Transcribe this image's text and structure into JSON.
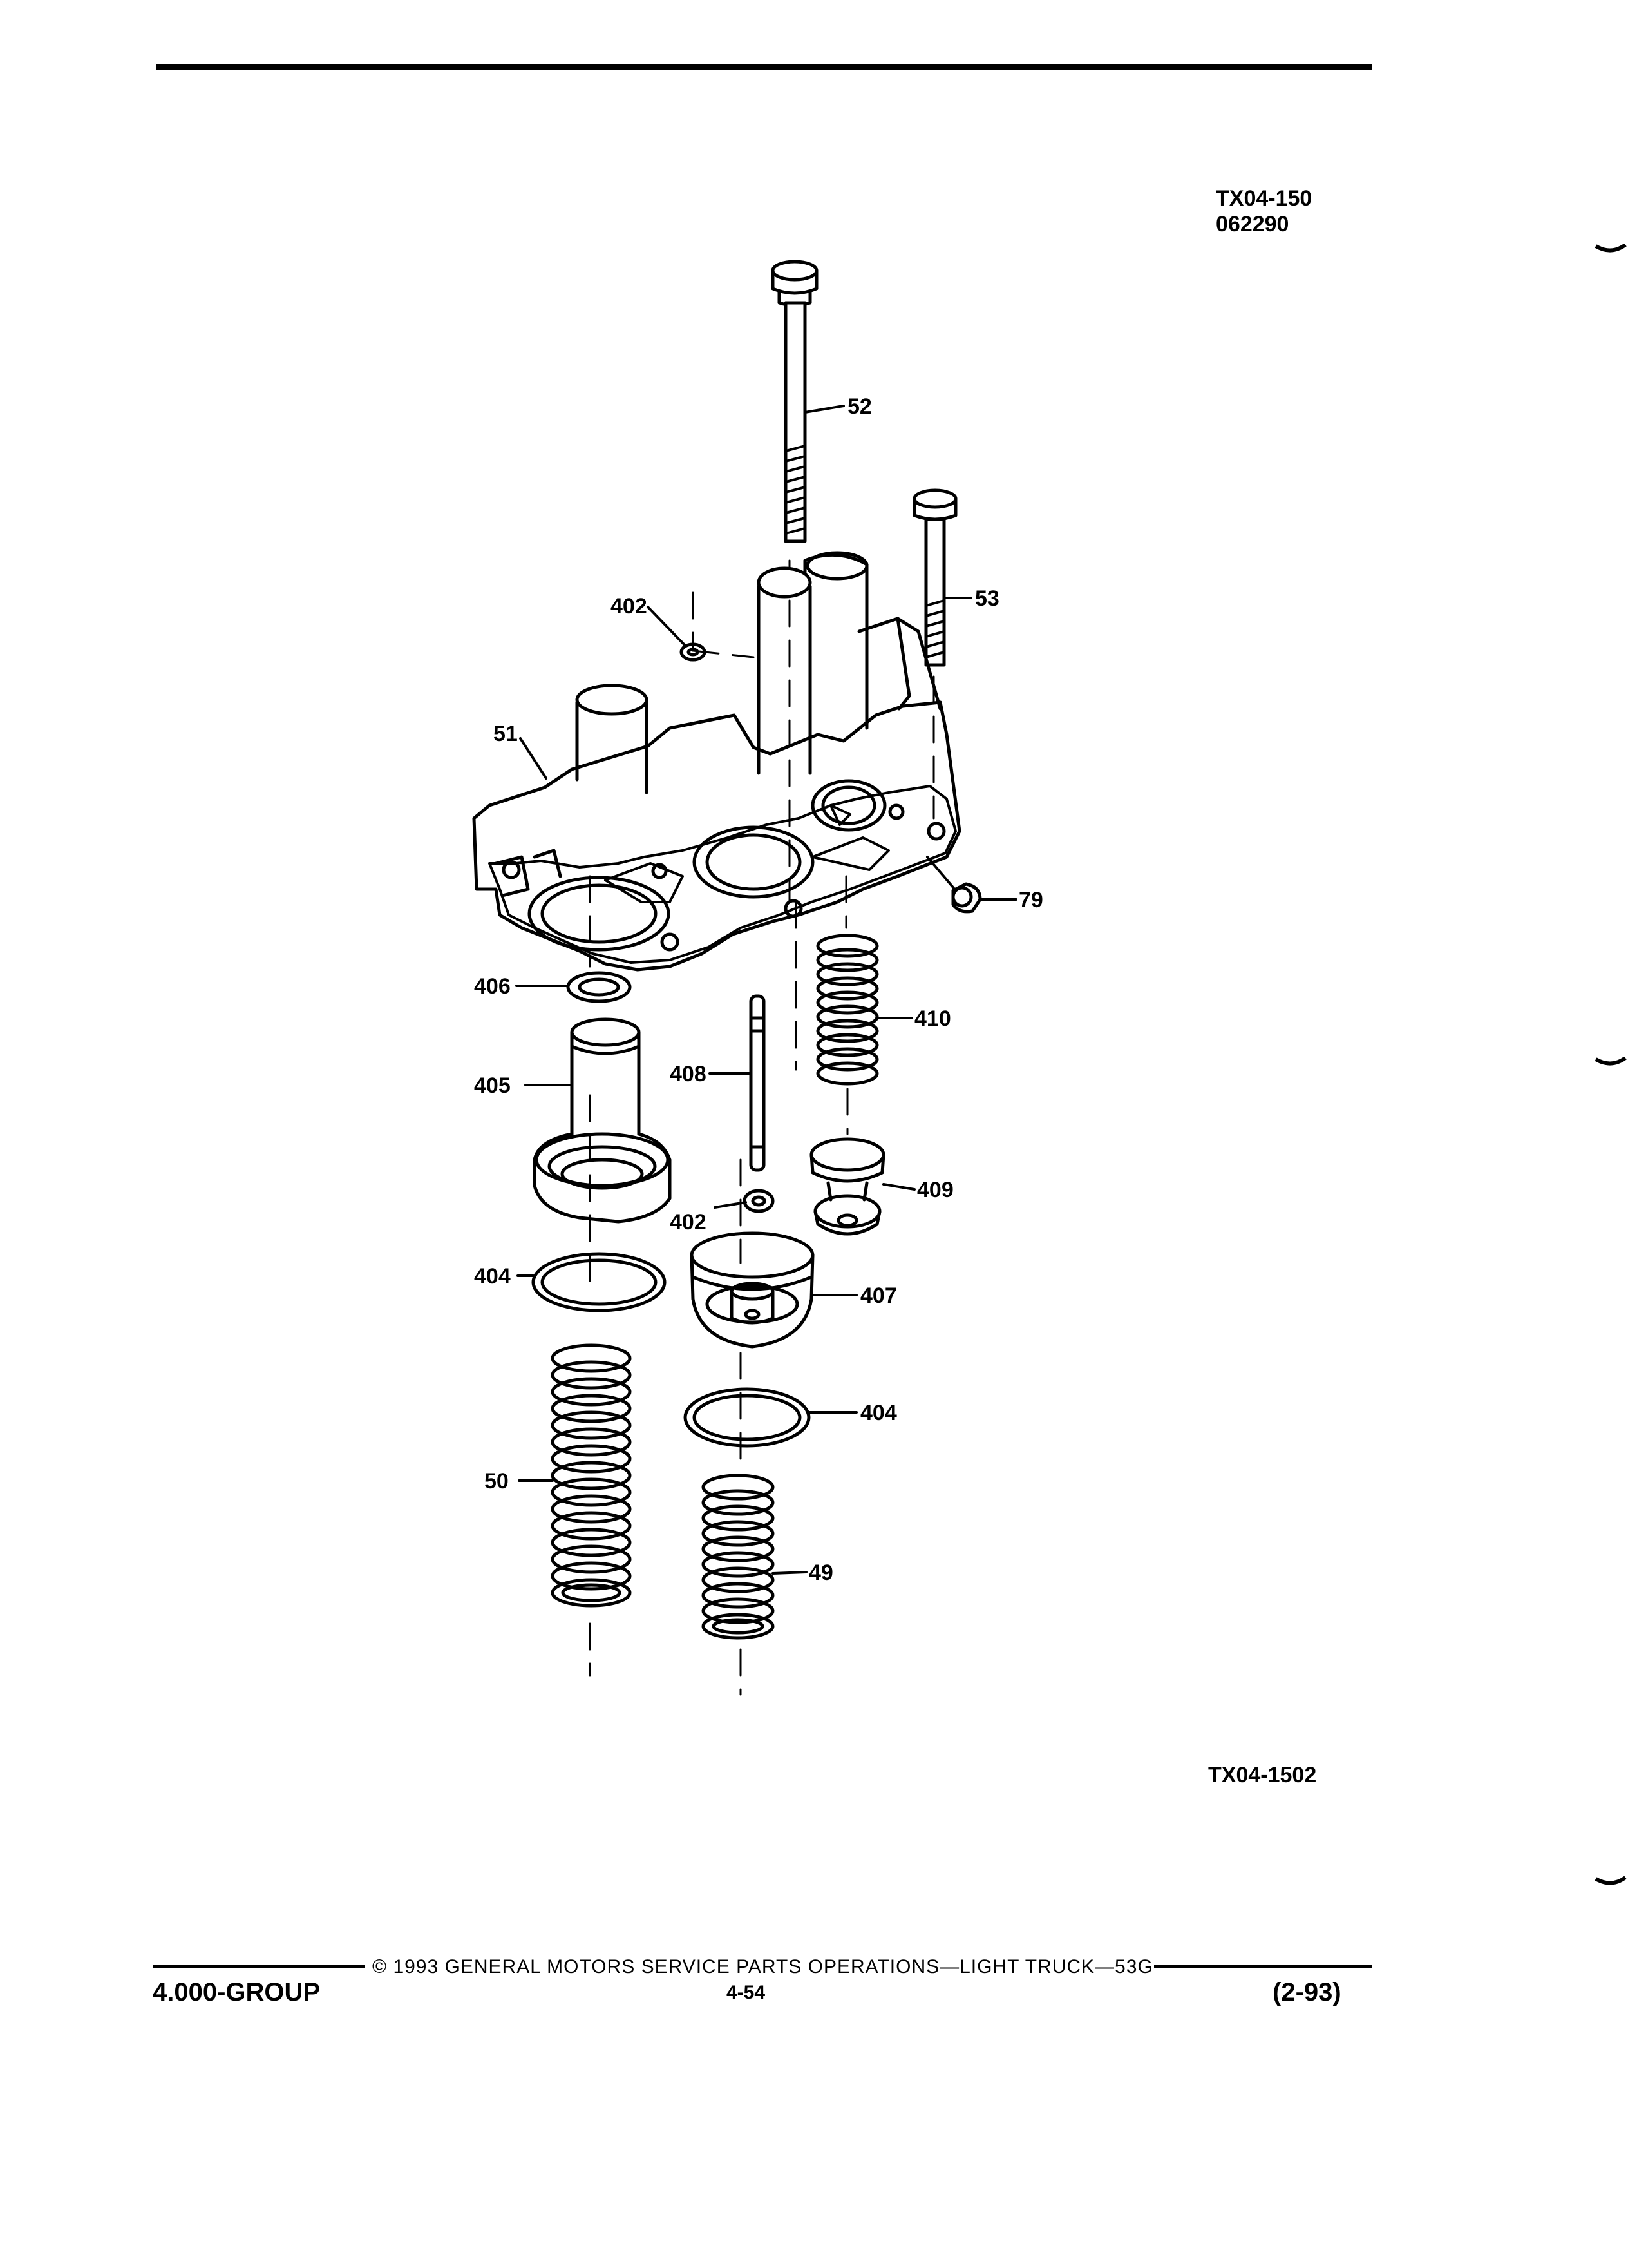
{
  "header": {
    "figure_code": "TX04-150",
    "figure_date": "062290"
  },
  "diagram": {
    "callouts": [
      "52",
      "53",
      "402",
      "51",
      "79",
      "406",
      "410",
      "405",
      "408",
      "409",
      "402",
      "404",
      "407",
      "404",
      "50",
      "49"
    ]
  },
  "figure_caption": "TX04-1502",
  "footer": {
    "copyright": "© 1993 GENERAL MOTORS SERVICE PARTS OPERATIONS—LIGHT TRUCK—53G",
    "group": "4.000-GROUP",
    "page": "4-54",
    "date": "(2-93)"
  }
}
